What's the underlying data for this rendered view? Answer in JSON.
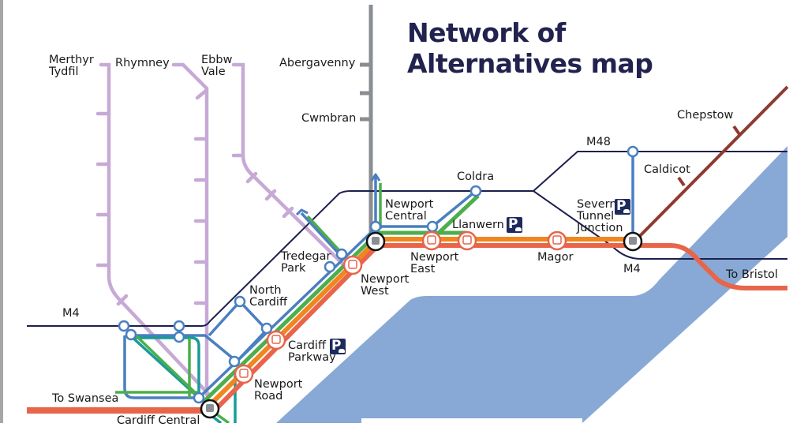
{
  "title": {
    "line1": "Network of",
    "line2": "Alternatives map"
  },
  "colors": {
    "title": "#22224f",
    "valley_lines": "#c7a9d6",
    "abergavenny_line": "#8a8d92",
    "motorway": "#1d1f4f",
    "blue_route": "#4a7fc1",
    "green_route": "#4cae4c",
    "teal_route": "#1a9a9a",
    "orange_route": "#f0861f",
    "red_route": "#e8654a",
    "chepstow_line": "#8e3b2f",
    "estuary": "#88a9d6",
    "park_ride": "#1d2a5c"
  },
  "valley_lines": {
    "merthyr_tydfil": "Merthyr\nTydfil",
    "rhymney": "Rhymney",
    "ebbw_vale": "Ebbw\nVale"
  },
  "north_line": {
    "abergavenny": "Abergavenny",
    "cwmbran": "Cwmbran"
  },
  "roads": {
    "m4_west": "M4",
    "m4_east": "M4",
    "m48": "M48"
  },
  "stations": {
    "newport_central": "Newport\nCentral",
    "coldra": "Coldra",
    "llanwern": "Llanwern",
    "newport_east": "Newport\nEast",
    "magor": "Magor",
    "severn_tunnel_junction": "Severn\nTunnel\nJunction",
    "caldicot": "Caldicot",
    "chepstow": "Chepstow",
    "to_bristol": "To Bristol",
    "tredegar_park": "Tredegar\nPark",
    "newport_west": "Newport\nWest",
    "north_cardiff": "North\nCardiff",
    "cardiff_parkway": "Cardiff\nParkway",
    "newport_road": "Newport\nRoad",
    "to_swansea": "To Swansea",
    "cardiff_central": "Cardiff Central"
  },
  "park_and_ride": [
    "Llanwern",
    "Severn Tunnel Junction",
    "Cardiff Parkway"
  ],
  "icons": {
    "train_station": "train-icon",
    "park_ride": "park-and-ride-icon",
    "stop": "circle-stop-icon"
  }
}
